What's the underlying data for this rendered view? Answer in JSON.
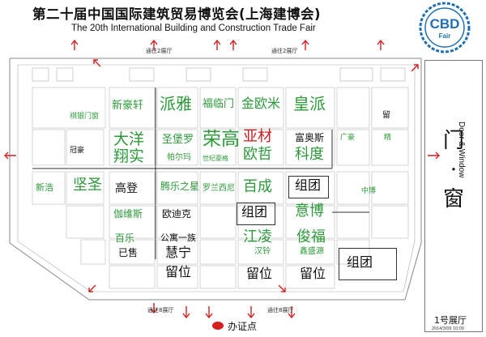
{
  "header": {
    "title_cn": "第二十届中国国际建筑贸易博览会(上海建博会)",
    "title_en": "The 20th International Building and Construction Trade Fair"
  },
  "logo": {
    "text": "CBD",
    "sub": "Fair"
  },
  "side_panel": {
    "title_cn_1": "门",
    "title_cn_dot": "·",
    "title_cn_2": "窗",
    "title_en": "Door & Window",
    "hall": "1号展厅",
    "date": "2014/3/09 10:09"
  },
  "exits": {
    "top_hall2_left": "通往2展厅",
    "top_hall2_right": "通往2展厅",
    "bottom_hall8_left": "通往8展厅",
    "bottom_hall8_right": "通往8展厅"
  },
  "office": {
    "label": "办证点"
  },
  "booths": {
    "xinhaoxuan": "新豪轩",
    "paiya": "派雅",
    "fulinmen": "福临门",
    "jinoumi": "金欧米",
    "huangpai": "皇派",
    "dayang": "大洋",
    "xiangshi": "翔实",
    "shengbaoluo": "圣堡罗",
    "pa_er_ma": "帕尔玛",
    "ronggao": "荣高",
    "shijihaoge": "世纪豪格",
    "yacai": "亚材",
    "ouzhe": "欧哲",
    "fuaosi": "富奥斯",
    "kedu": "科度",
    "jiansheng": "坚圣",
    "gaodeng": "高登",
    "lezhixing": "腾乐之星",
    "luolanxini": "罗兰西尼",
    "baicheng": "百成",
    "zutuan_1": "组团",
    "jiaweisi": "伽维斯",
    "oudike": "欧迪克",
    "zutuan_2": "组团",
    "yibo": "意博",
    "baile": "百乐",
    "gongyu_yizu": "公寓一族",
    "jiangling": "江凌",
    "junfu": "俊福",
    "yishou": "已售",
    "huining": "慧宁",
    "hanling": "汉铃",
    "xinshengyuan": "鑫盛源",
    "zutuan_3": "组团",
    "liuwei_1": "留位",
    "liuwei_2": "留位",
    "liuwei_3": "留位",
    "guanhao": "冠豪",
    "xinjiang": "新浩",
    "guanghao": "广豪",
    "zhongbo": "中博",
    "jing": "精",
    "liu": "留",
    "qiyinmenchuang": "祺银门窗"
  }
}
